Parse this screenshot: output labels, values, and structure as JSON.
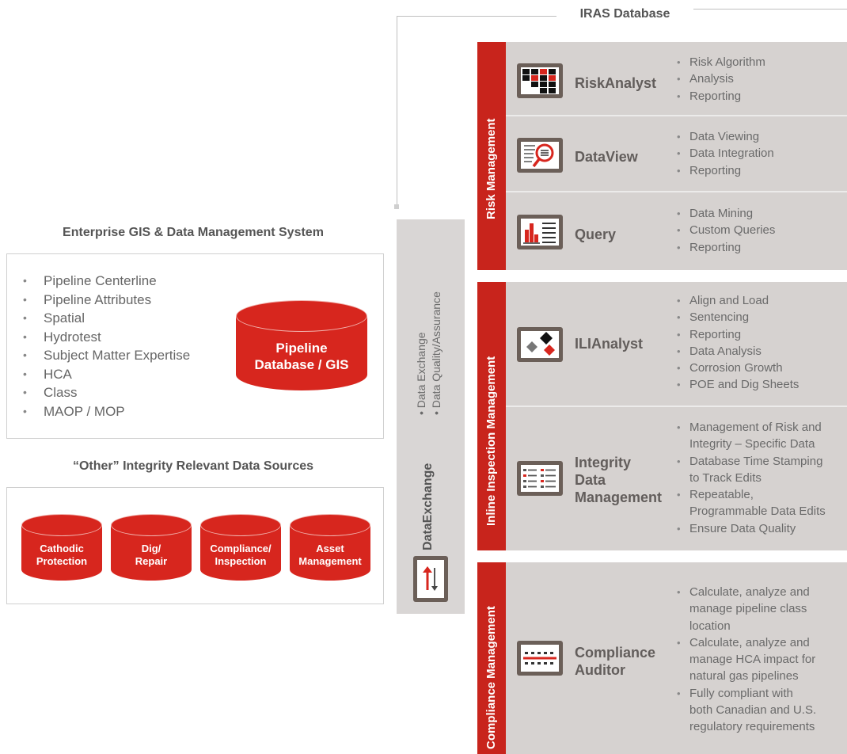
{
  "header": {
    "title": "IRAS Database"
  },
  "enterprise": {
    "title": "Enterprise GIS & Data Management System",
    "items": [
      "Pipeline Centerline",
      "Pipeline Attributes",
      "Spatial",
      "Hydrotest",
      "Subject Matter Expertise",
      "HCA",
      "Class",
      "MAOP / MOP"
    ],
    "db_label_1": "Pipeline",
    "db_label_2": "Database / GIS"
  },
  "other": {
    "title": "“Other” Integrity Relevant Data Sources",
    "sources": [
      {
        "l1": "Cathodic",
        "l2": "Protection"
      },
      {
        "l1": "Dig/",
        "l2": "Repair"
      },
      {
        "l1": "Compliance/",
        "l2": "Inspection"
      },
      {
        "l1": "Asset",
        "l2": "Management"
      }
    ]
  },
  "dataexchange": {
    "title": "DataExchange",
    "bullet_1": "• Data Exchange",
    "bullet_2": "• Data Quality/Assurance",
    "icon": "up-down-arrows-icon"
  },
  "groups": [
    {
      "name": "Risk Management",
      "tools": [
        {
          "name": "RiskAnalyst",
          "icon": "grid-matrix-icon",
          "features": [
            "Risk Algorithm",
            "Analysis",
            "Reporting"
          ]
        },
        {
          "name": "DataView",
          "icon": "magnifier-list-icon",
          "features": [
            "Data Viewing",
            "Data Integration",
            "Reporting"
          ]
        },
        {
          "name": "Query",
          "icon": "bar-chart-list-icon",
          "features": [
            "Data Mining",
            "Custom Queries",
            "Reporting"
          ]
        }
      ]
    },
    {
      "name": "Inline Inspection Management",
      "tools": [
        {
          "name": "ILIAnalyst",
          "icon": "diamonds-icon",
          "features": [
            "Align and Load",
            "Sentencing",
            "Reporting",
            "Data Analysis",
            "Corrosion Growth",
            "POE and Dig Sheets"
          ]
        },
        {
          "name_lines": [
            "Integrity",
            "Data",
            "Management"
          ],
          "icon": "checklist-icon",
          "features": [
            "Management of Risk and",
            "Integrity – Specific Data",
            "Database Time Stamping",
            "to Track Edits",
            "Repeatable,",
            "Programmable Data Edits",
            "Ensure Data Quality"
          ],
          "feature_bullets": [
            true,
            false,
            true,
            false,
            true,
            false,
            true
          ]
        }
      ]
    },
    {
      "name": "Compliance Management",
      "tools": [
        {
          "name_lines": [
            "Compliance",
            "Auditor"
          ],
          "icon": "pipeline-line-icon",
          "features": [
            "Calculate, analyze and",
            "manage pipeline class",
            "location",
            "Calculate, analyze and",
            "manage HCA impact for",
            "natural gas pipelines",
            "Fully compliant with",
            "both Canadian and U.S.",
            "regulatory requirements"
          ],
          "feature_bullets": [
            true,
            false,
            false,
            true,
            false,
            false,
            true,
            false,
            false
          ]
        }
      ]
    }
  ],
  "colors": {
    "accent": "#d7261e",
    "side": "#c8241c",
    "panel": "#d6d2d0",
    "icon_frame": "#6b5f58"
  }
}
